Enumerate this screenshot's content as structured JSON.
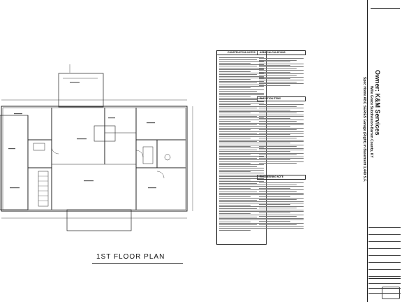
{
  "plan": {
    "title": "1ST FLOOR PLAN"
  },
  "sections": {
    "construction_notes": "CONSTRUCTION NOTES",
    "area_calculations": "AREA CALCULATIONS",
    "elevation_items": "ELEVATION ITEMS",
    "engineering_note": "ENGINEERING NOTE"
  },
  "title_block": {
    "owner": "Owner: K&M Services",
    "subdivision": "Wille Grace Subdivision-Barren County, KY",
    "spec": "Spec Home ABC SERIES Garage (Right) in Basement 1,449 S.F."
  },
  "colors": {
    "line": "#222222",
    "text_gray": "#7a7a7a",
    "stamp": "#b59a4a"
  }
}
